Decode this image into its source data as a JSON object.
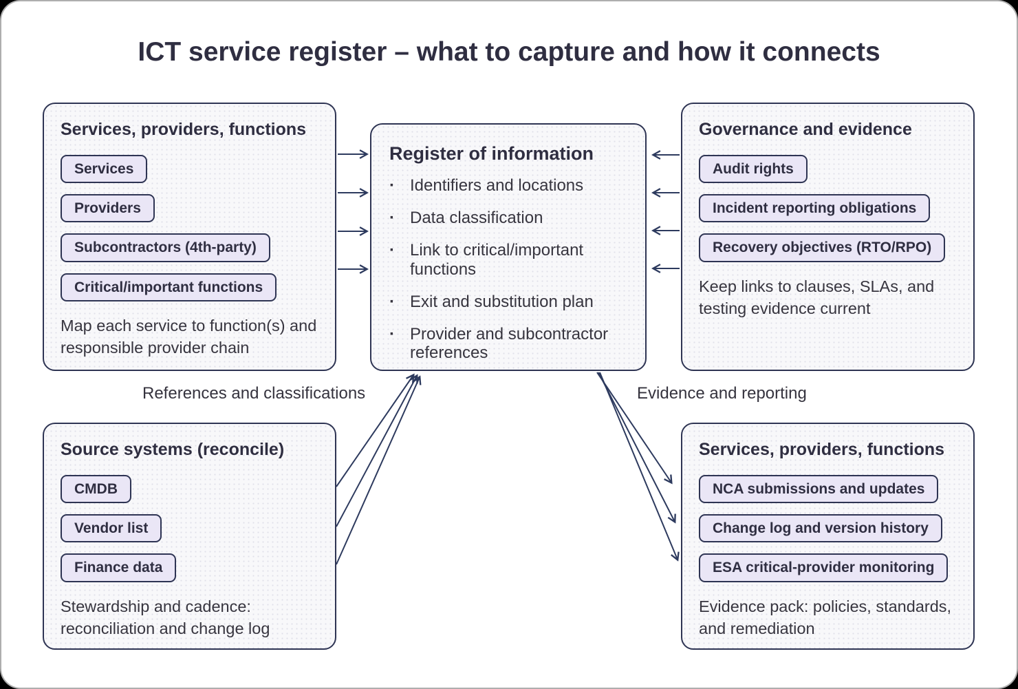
{
  "title": "ICT service register – what to capture and how it connects",
  "glyphs": {
    "bullet": "·"
  },
  "colors": {
    "canvas_bg": "#ffffff",
    "page_behind": "#000000",
    "box_bg": "#f8f8fa",
    "box_border": "#2e3453",
    "pill_bg": "#eae6f6",
    "pill_border": "#2e3453",
    "text_dark": "#2f2e41",
    "arrow": "#2d3a5e"
  },
  "boxes": {
    "top_left": {
      "heading": "Services, providers, functions",
      "items": [
        "Services",
        "Providers",
        "Subcontractors (4th-party)",
        "Critical/important functions"
      ],
      "note": "Map each service to function(s) and responsible provider chain"
    },
    "center": {
      "heading": "Register of information",
      "bullets": [
        "Identifiers and locations",
        "Data classification",
        "Link to critical/important functions",
        "Exit and substitution plan",
        "Provider and subcontractor references"
      ]
    },
    "top_right": {
      "heading": "Governance and evidence",
      "items": [
        "Audit rights",
        "Incident reporting obligations",
        "Recovery objectives (RTO/RPO)"
      ],
      "note": "Keep links to clauses, SLAs, and testing evidence current"
    },
    "bottom_left": {
      "heading": "Source systems (reconcile)",
      "items": [
        "CMDB",
        "Vendor list",
        "Finance data"
      ],
      "note": "Stewardship and cadence: reconciliation and change log"
    },
    "bottom_right": {
      "heading": "Services, providers, functions",
      "items": [
        "NCA submissions and updates",
        "Change log and version history",
        "ESA critical-provider monitoring"
      ],
      "note": "Evidence pack: policies, standards, and remediation"
    }
  },
  "edge_labels": {
    "left": "References and classifications",
    "right": "Evidence and reporting"
  }
}
